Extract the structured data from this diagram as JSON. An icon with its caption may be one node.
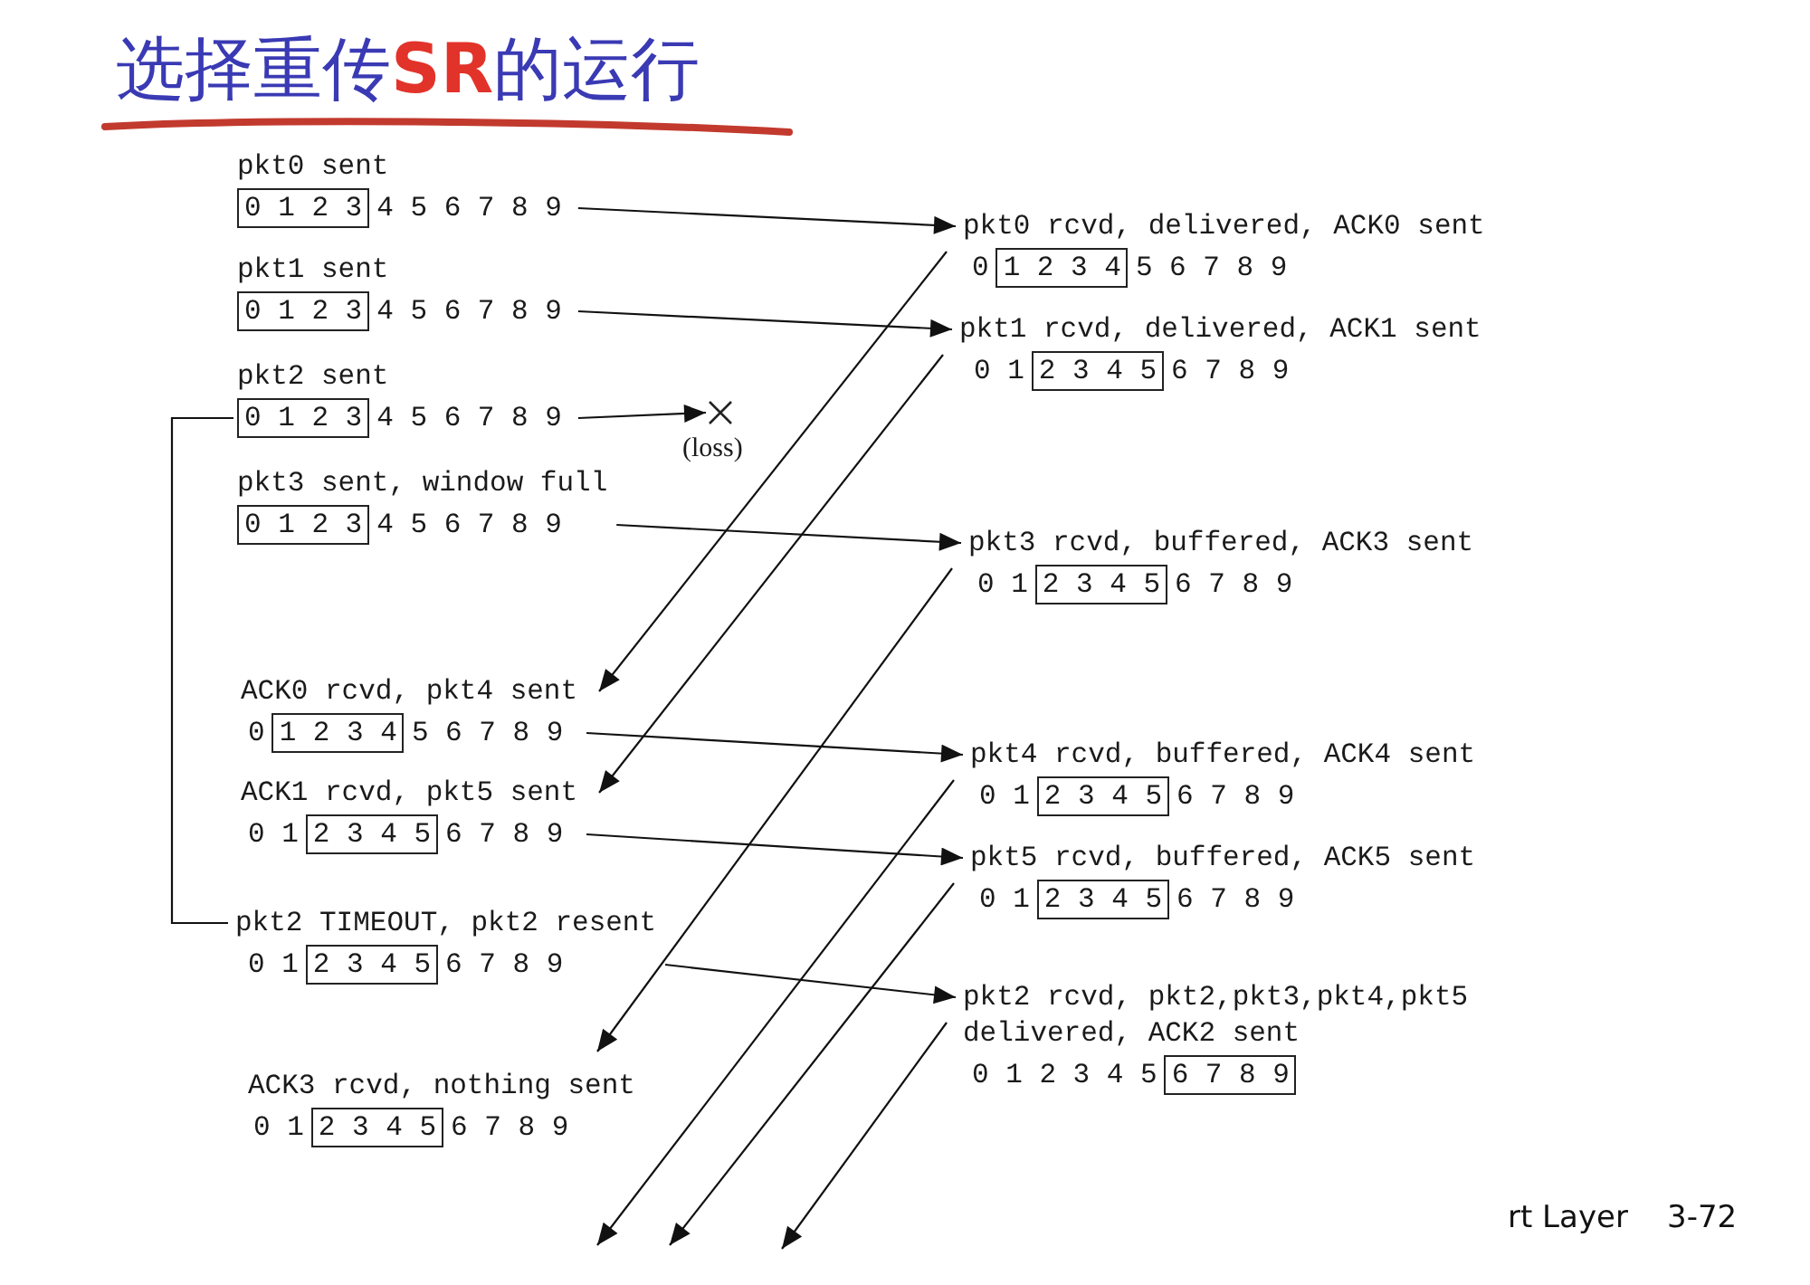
{
  "diagram": {
    "title": "选择重传**SR**的运行",
    "nodes": [
      {
        "text": [
          "pkt0 sent",
          "0 1 2 3"
        ],
        "beside": [
          "4 5 6 7 8 9"
        ]
      },
      {
        "text": [
          "pkt0 rcvd, delivered, ACK0 sent",
          "1 2 3 4"
        ],
        "beside": [
          "0",
          "5 6 7 8 9"
        ]
      },
      {
        "text": [
          "pkt1 sent",
          "0 1 2 3"
        ],
        "beside": [
          "4 5 6 7 8 9"
        ]
      },
      {
        "text": [
          "pkt1 rcvd, delivered, ACK1 sent",
          "2 3 4 5"
        ],
        "beside": [
          "0 1",
          "6 7 8 9"
        ]
      },
      {
        "text": [
          "pkt2 sent",
          "0 1 2 3"
        ],
        "beside": [
          "4 5 6 7 8 9"
        ]
      },
      {
        "text": [],
        "shape": "cross",
        "beside": [
          "(loss)"
        ]
      },
      {
        "text": [
          "pkt3 sent, window full",
          "0 1 2 3"
        ],
        "beside": [
          "4 5 6 7 8 9"
        ]
      },
      {
        "text": [
          "pkt3 rcvd, buffered, ACK3 sent",
          "2 3 4 5"
        ],
        "beside": [
          "0 1",
          "6 7 8 9"
        ]
      },
      {
        "text": [
          "ACK0 rcvd, pkt4 sent",
          "1 2 3 4"
        ],
        "beside": [
          "0",
          "5 6 7 8 9"
        ]
      },
      {
        "text": [
          "pkt4 rcvd, buffered, ACK4 sent",
          "2 3 4 5"
        ],
        "beside": [
          "0 1",
          "6 7 8 9"
        ]
      },
      {
        "text": [
          "ACK1 rcvd, pkt5 sent",
          "2 3 4 5"
        ],
        "beside": [
          "0 1",
          "6 7 8 9"
        ]
      },
      {
        "text": [
          "pkt5 rcvd, buffered, ACK5 sent",
          "2 3 4 5"
        ],
        "beside": [
          "0 1",
          "6 7 8 9"
        ]
      },
      {
        "text": [
          "pkt2 TIMEOUT, pkt2 resent",
          "2 3 4 5"
        ],
        "beside": [
          "0 1",
          "6 7 8 9"
        ]
      },
      {
        "text": [
          "pkt2 rcvd, pkt2,pkt3,pkt4,pkt5 delivered, ACK2 sent",
          "6 7 8 9"
        ],
        "beside": [
          "0 1 2 3 4 5"
        ]
      },
      {
        "text": [
          "ACK3 rcvd, nothing sent",
          "2 3 4 5"
        ],
        "beside": [
          "0 1",
          "6 7 8 9"
        ]
      }
    ],
    "edges": [
      {
        "from": 0,
        "to": 1,
        "arrow": "to"
      },
      {
        "from": 2,
        "to": 3,
        "arrow": "to"
      },
      {
        "from": 4,
        "to": 5,
        "arrow": "to"
      },
      {
        "from": 6,
        "to": 7,
        "arrow": "to"
      },
      {
        "from": 1,
        "to": 8,
        "arrow": "to"
      },
      {
        "from": 3,
        "to": 10,
        "arrow": "to"
      },
      {
        "from": 8,
        "to": 9,
        "arrow": "to"
      },
      {
        "from": 10,
        "to": 11,
        "arrow": "to"
      },
      {
        "from": 12,
        "to": 13,
        "arrow": "to"
      },
      {
        "from": 7,
        "to": 14,
        "arrow": "to"
      },
      {
        "from": 9,
        "to": null,
        "arrow": "to"
      },
      {
        "from": 11,
        "to": null,
        "arrow": "to"
      },
      {
        "from": 13,
        "to": null,
        "arrow": "to"
      },
      {
        "from": 4,
        "to": 12,
        "arrow": "none"
      }
    ],
    "labels": [
      "rt Layer",
      "3-72"
    ]
  }
}
